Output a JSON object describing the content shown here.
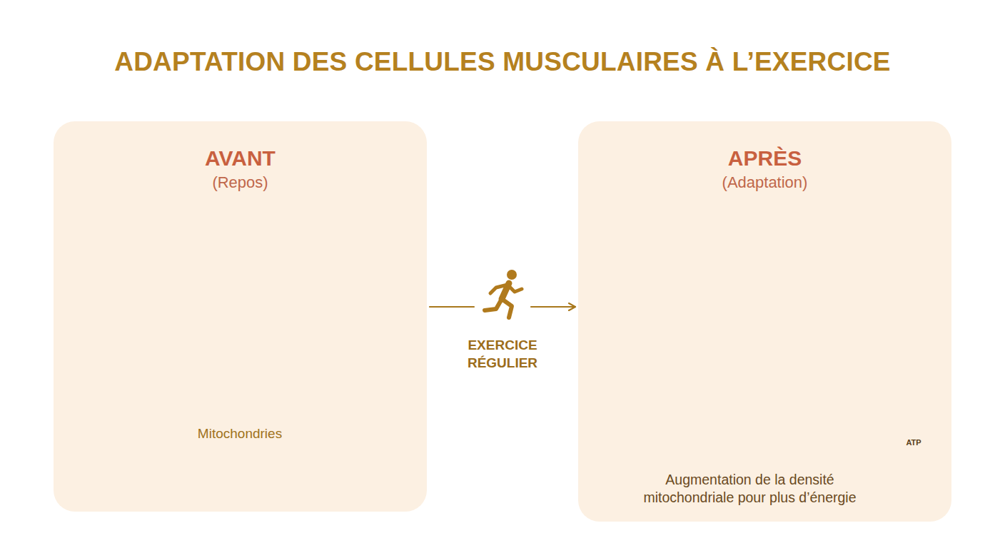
{
  "diagram": {
    "title": "ADAPTATION DES CELLULES MUSCULAIRES À L’EXERCICE",
    "nodes": [
      {
        "text": [
          "AVANT",
          "(Repos)",
          "Mitochondries"
        ]
      },
      {
        "text": [
          "APRÈS",
          "(Adaptation)",
          "Augmentation de la densité mitochondriale pour plus d’énergie"
        ]
      }
    ],
    "edges": [
      {
        "from": 0,
        "to": 1,
        "arrow": "to",
        "label": "EXERCICE RÉGULIER"
      }
    ],
    "labels": [
      "ATP"
    ]
  }
}
